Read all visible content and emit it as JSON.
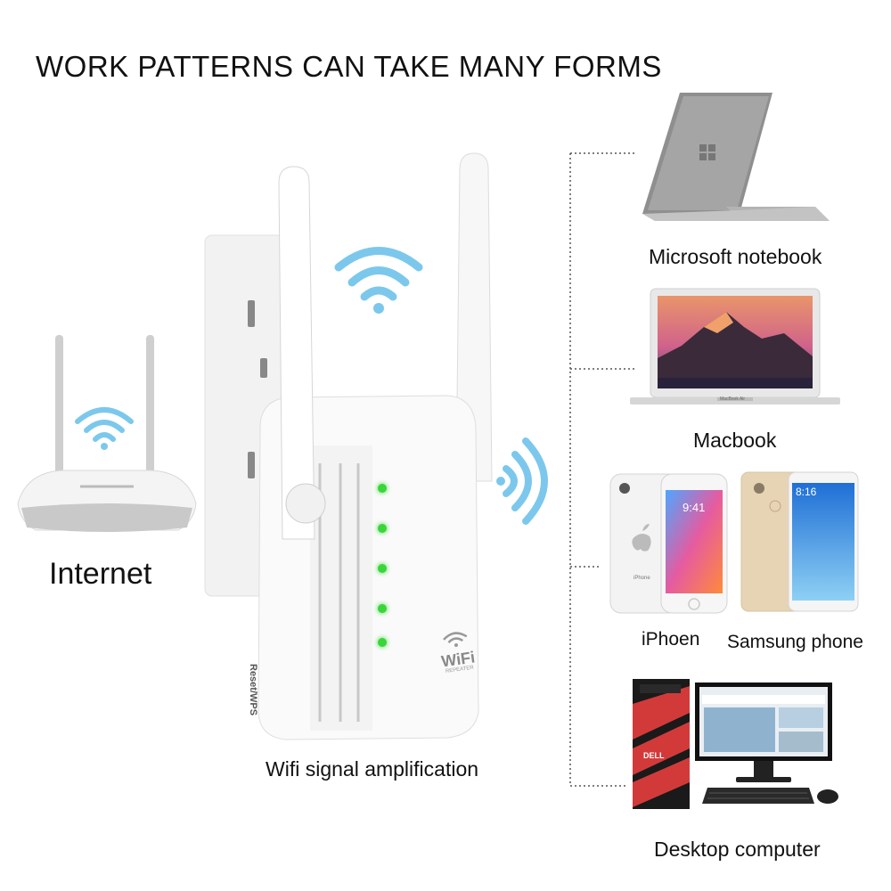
{
  "title": "WORK PATTERNS CAN TAKE MANY FORMS",
  "router": {
    "label": "Internet"
  },
  "repeater": {
    "caption": "Wifi signal amplification",
    "side_text": "Reset/WPS",
    "logo_text": "WiFi",
    "logo_subtext": "REPEATER"
  },
  "devices": {
    "notebook": {
      "label": "Microsoft notebook"
    },
    "macbook": {
      "label": "Macbook",
      "bezel_text": "MacBook Air"
    },
    "iphone": {
      "label": "iPhoen",
      "time": "9:41",
      "back_text": "iPhone"
    },
    "samsung": {
      "label": "Samsung phone",
      "time": "8:16"
    },
    "desktop": {
      "label": "Desktop computer",
      "brand": "DELL"
    }
  },
  "colors": {
    "wifi_blue": "#7cc8ec",
    "led_green": "#39d63a",
    "dell_red": "#d23a3a"
  }
}
